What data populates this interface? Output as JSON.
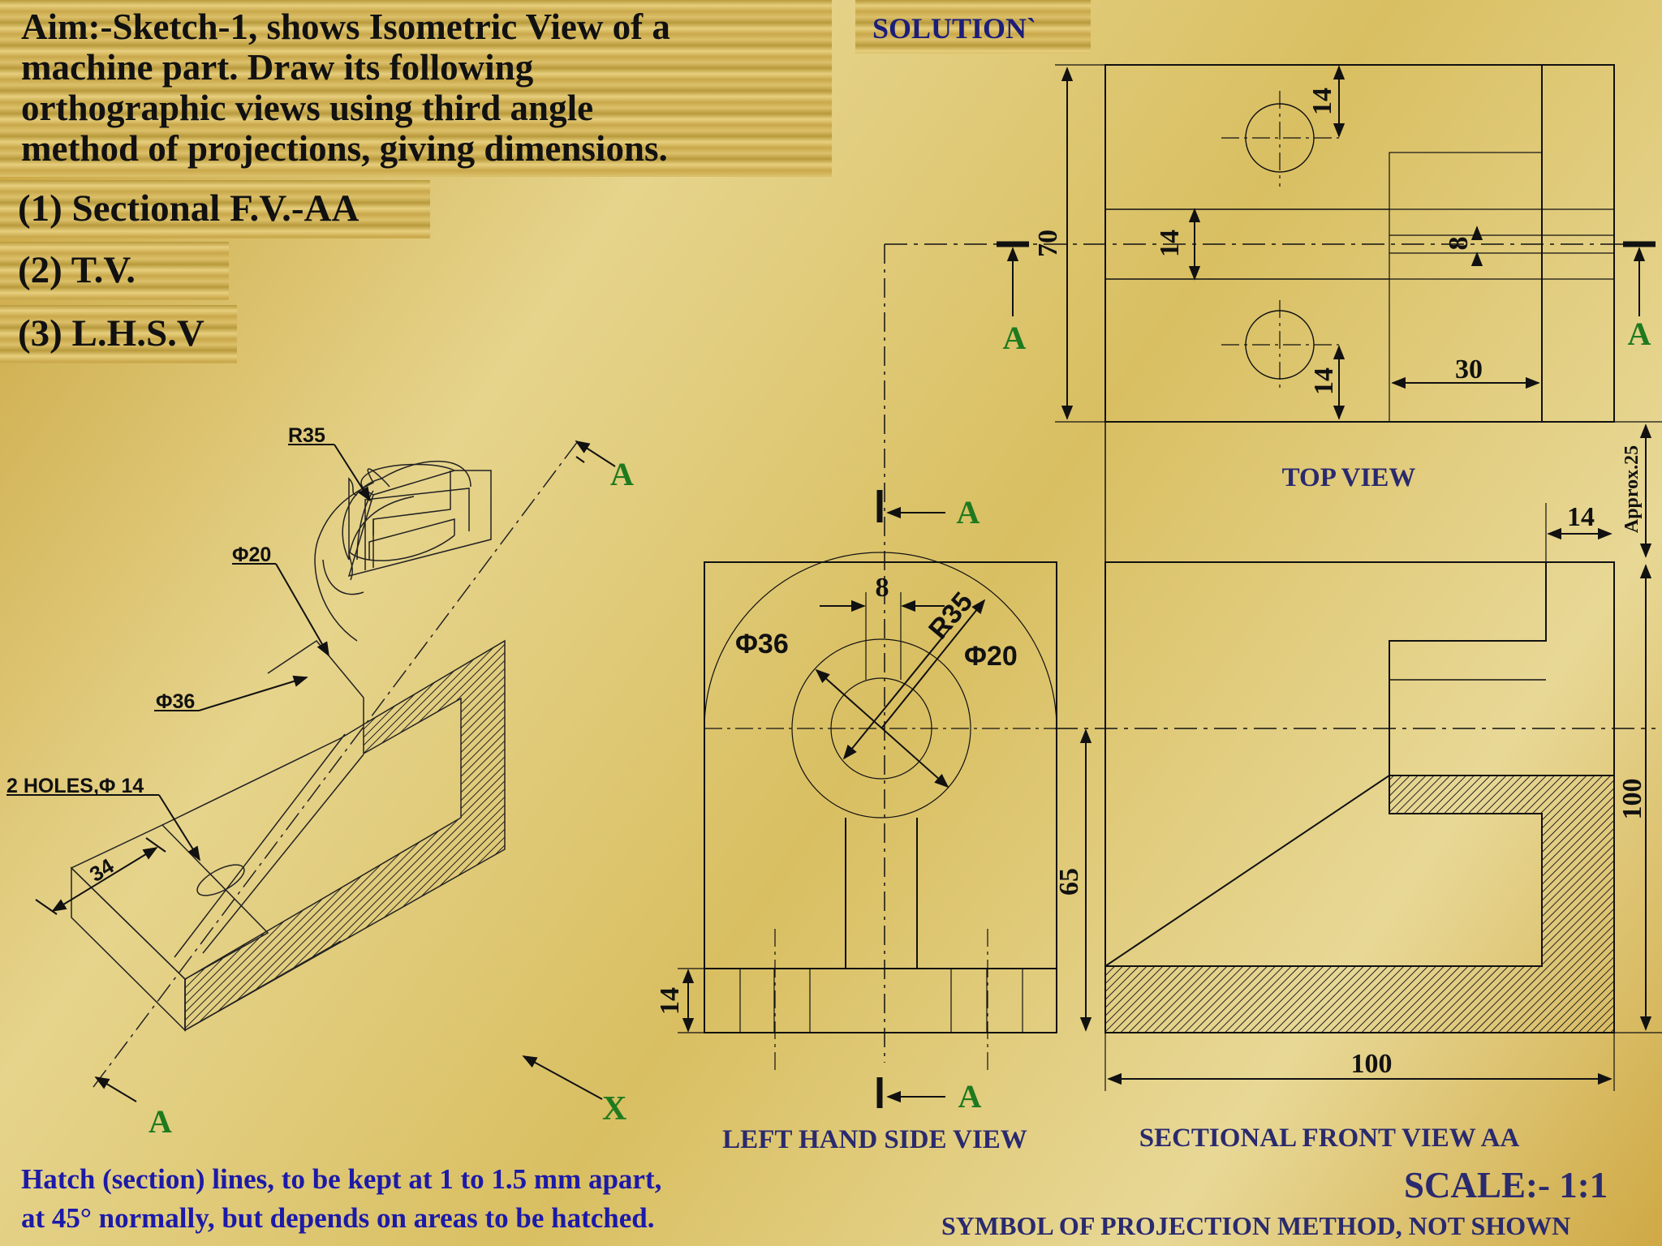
{
  "header": {
    "aim_lines": [
      "Aim:-Sketch-1, shows Isometric View of a",
      "machine part. Draw its following",
      "orthographic views using third angle",
      "method of projections, giving  dimensions."
    ],
    "items": [
      "(1) Sectional F.V.-AA",
      "(2) T.V.",
      "(3) L.H.S.V"
    ],
    "solution": "SOLUTION`"
  },
  "isometric": {
    "r35": "R35",
    "phi20": "Φ20",
    "phi36": "Φ36",
    "holes": "2 HOLES,Φ 14",
    "dim34": "34",
    "section_letter": "A",
    "view_arrow": "X"
  },
  "top_view": {
    "title": "TOP VIEW",
    "dim_14_top": "14",
    "dim_14_mid": "14",
    "dim_14_bot": "14",
    "dim_8": "8",
    "dim_70": "70",
    "dim_30": "30",
    "approx": "Approx.25"
  },
  "side_view": {
    "title": "LEFT HAND SIDE VIEW",
    "dim_8": "8",
    "phi36": "Φ36",
    "r35": "R35",
    "phi20": "Φ20",
    "dim_65": "65",
    "dim_14": "14"
  },
  "front_view": {
    "title": "SECTIONAL FRONT VIEW AA",
    "dim_100_w": "100",
    "dim_100_h": "100",
    "dim_14": "14"
  },
  "footer": {
    "note_lines": [
      "Hatch (section) lines, to be kept at 1 to 1.5 mm apart,",
      "at 45° normally, but depends on areas to be hatched."
    ],
    "scale": "SCALE:-  1:1",
    "symbol": "SYMBOL OF PROJECTION METHOD, NOT SHOWN"
  },
  "colors": {
    "line": "#111111",
    "section_letter": "#1f7a1f",
    "title_blue": "#2a2a6e",
    "note_blue": "#1c1aa8"
  }
}
